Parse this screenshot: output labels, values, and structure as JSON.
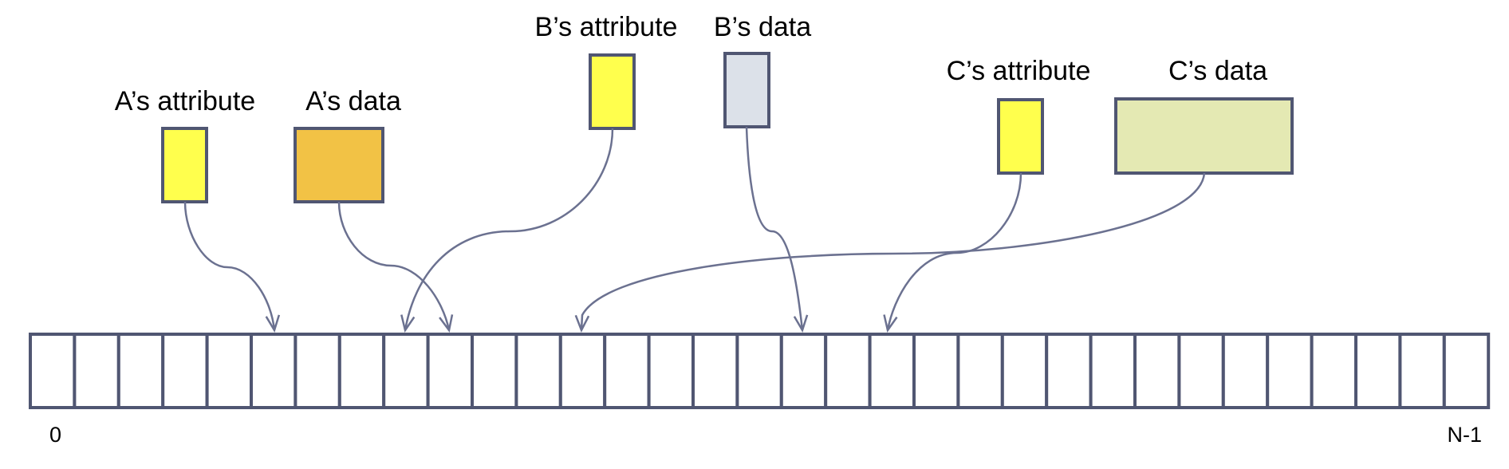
{
  "colors": {
    "attribute": "#ffff4d",
    "a_data": "#f2c245",
    "b_data": "#dce1e9",
    "c_data": "#e4e9b3",
    "outline": "#505672",
    "arrow": "#6b7190"
  },
  "labels": {
    "a_attribute": "A’s attribute",
    "a_data": "A’s data",
    "b_attribute": "B’s attribute",
    "b_data": "B’s data",
    "c_attribute": "C’s attribute",
    "c_data": "C’s data"
  },
  "array": {
    "cell_count": 33,
    "start_index": "0",
    "end_index": "N-1"
  },
  "pointers": [
    {
      "from": "a_attribute",
      "to_cell": 5
    },
    {
      "from": "a_data",
      "to_cell": 9
    },
    {
      "from": "b_attribute",
      "to_cell": 8
    },
    {
      "from": "b_data",
      "to_cell": 17
    },
    {
      "from": "c_attribute",
      "to_cell": 19
    },
    {
      "from": "c_data",
      "to_cell": 12
    }
  ]
}
